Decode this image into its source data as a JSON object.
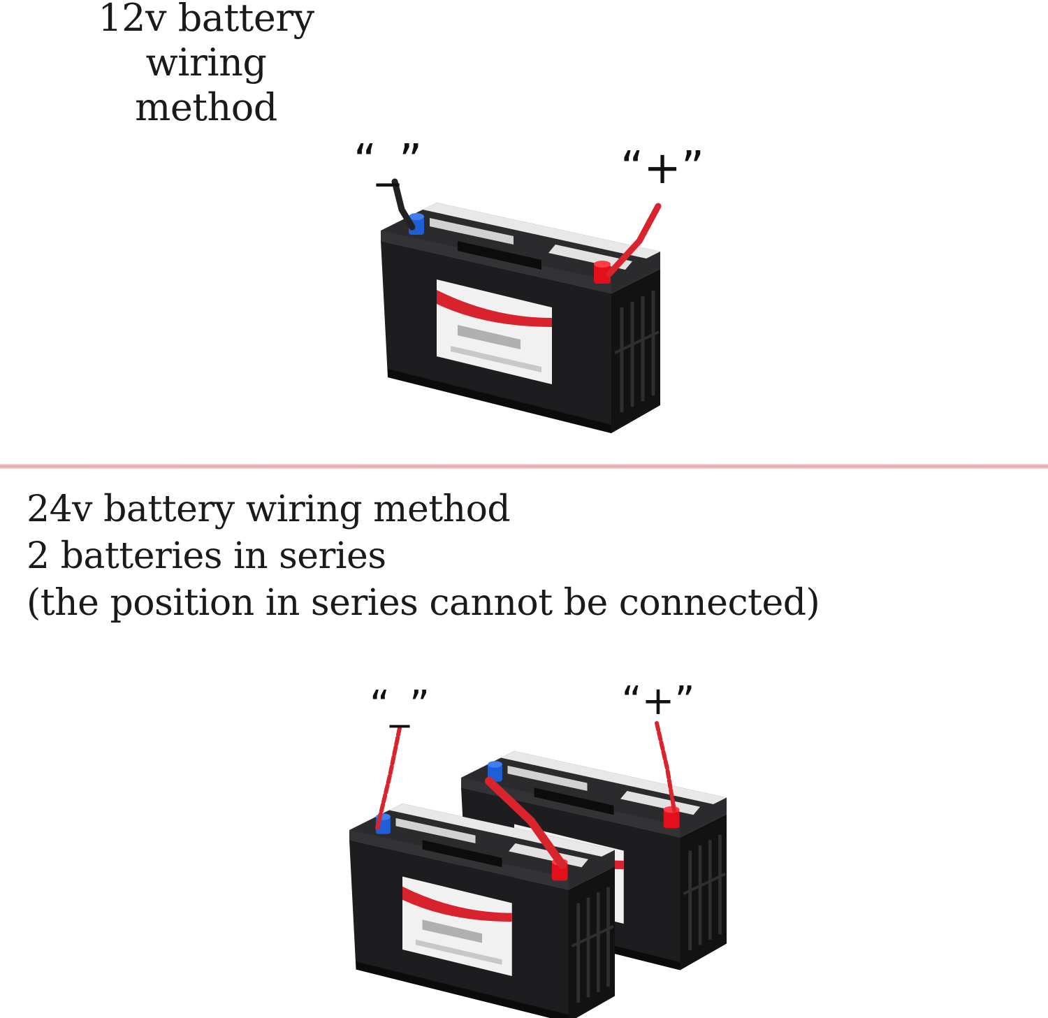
{
  "section_12v": {
    "title_line1": "12v battery",
    "title_line2": "wiring method",
    "negative_label": "“_”",
    "positive_label": "“+”"
  },
  "section_24v": {
    "title_line1": "24v battery wiring method",
    "title_line2": "2 batteries in series",
    "title_line3": "(the position in series cannot be connected)",
    "negative_label": "“_”",
    "positive_label": "“+”"
  },
  "colors": {
    "divider": "#e9a3a8",
    "battery_body": "#1d1d1f",
    "positive_terminal": "#e3101c",
    "negative_terminal": "#1e5fd6",
    "cable_red": "#d9242e",
    "cable_black": "#222222"
  }
}
